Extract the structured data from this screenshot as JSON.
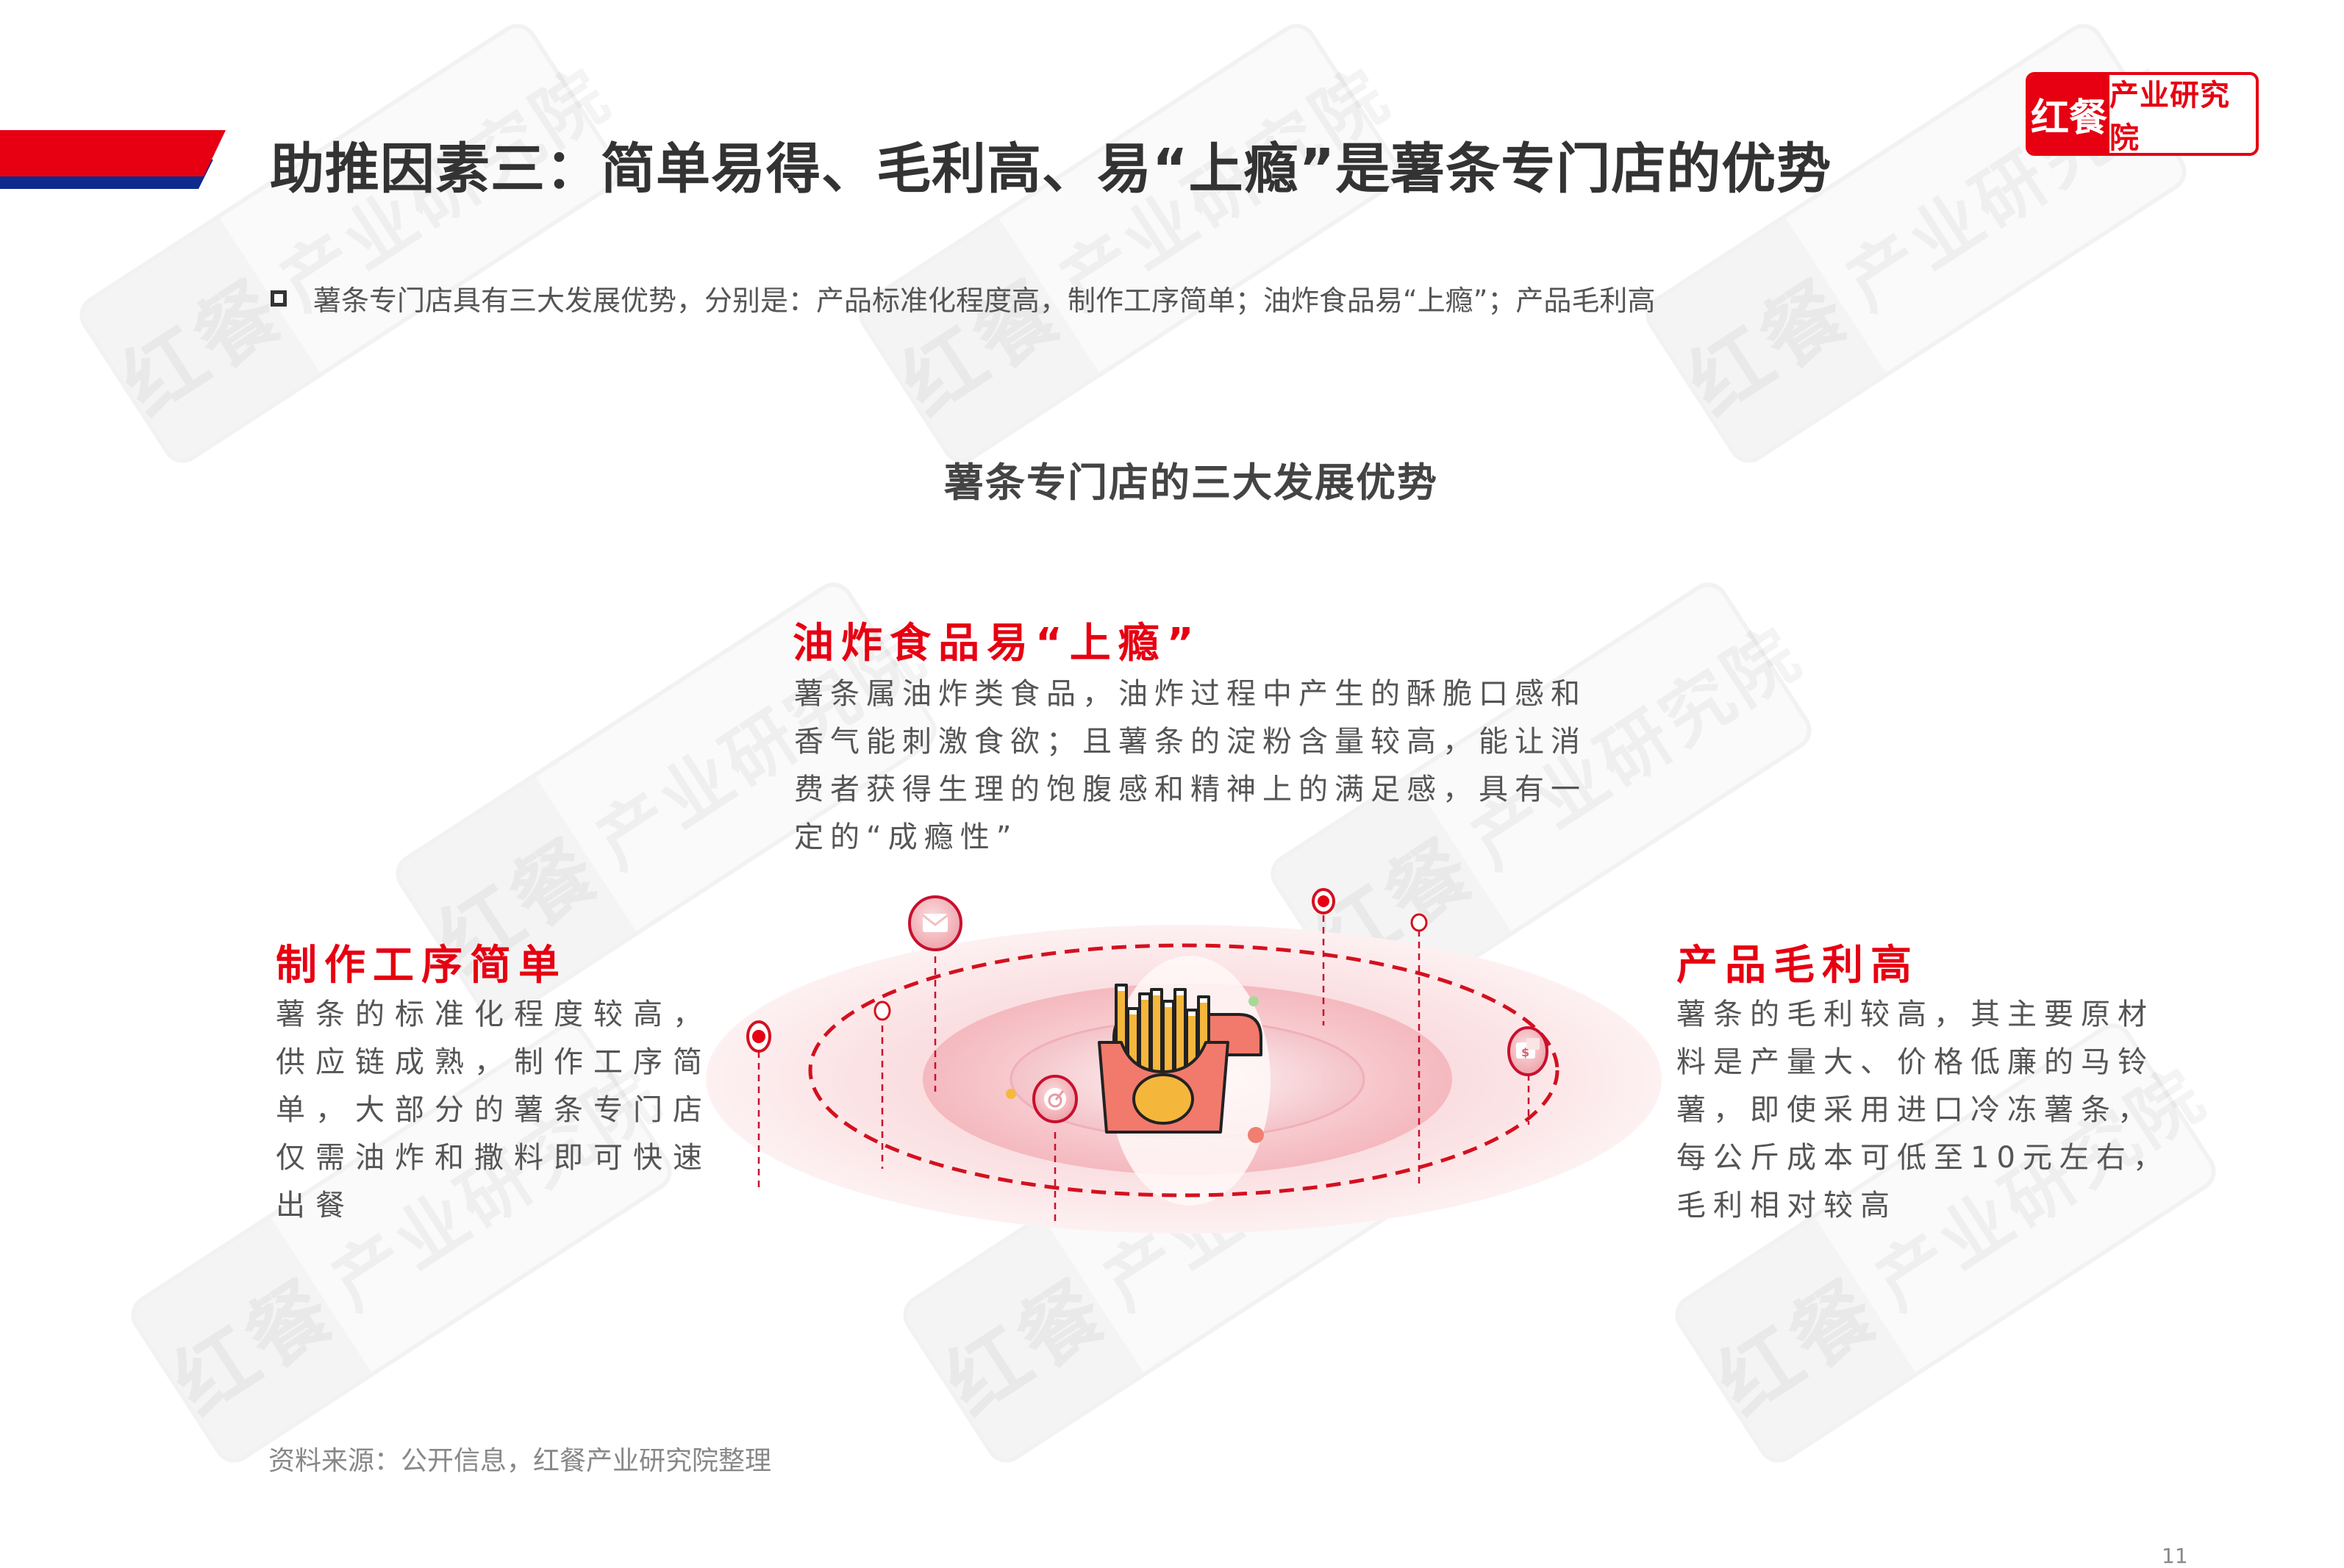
{
  "header": {
    "title": "助推因素三：简单易得、毛利高、易“上瘾”是薯条专门店的优势",
    "bar_colors": {
      "red": "#e60012",
      "blue": "#0e2a8c"
    }
  },
  "logo": {
    "left": "红餐",
    "right": "产业研究院",
    "color": "#e60012"
  },
  "subtitle": {
    "bullet_icon": "hollow-square-bullet",
    "text": "薯条专门店具有三大发展优势，分别是：产品标准化程度高，制作工序简单；油炸食品易“上瘾”；产品毛利高"
  },
  "diagram": {
    "title": "薯条专门店的三大发展优势",
    "center_icon": "french-fries-icon",
    "blocks": [
      {
        "position": "top",
        "heading": "油炸食品易“上瘾”",
        "lines": [
          "薯条属油炸类食品，油炸过程中产生的酥脆口感和",
          "香气能刺激食欲；且薯条的淀粉含量较高，能让消",
          "费者获得生理的饱腹感和精神上的满足感，具有一",
          "定的“成瘾性”"
        ]
      },
      {
        "position": "left",
        "heading": "制作工序简单",
        "lines": [
          "薯条的标准化程度较高，",
          "供应链成熟，制作工序简",
          "单，大部分的薯条专门店",
          "仅需油炸和撒料即可快速",
          "出餐"
        ]
      },
      {
        "position": "right",
        "heading": "产品毛利高",
        "lines": [
          "薯条的毛利较高，其主要原材",
          "料是产量大、价格低廉的马铃",
          "薯，即使采用进口冷冻薯条，",
          "每公斤成本可低至10元左右，",
          "毛利相对较高"
        ]
      }
    ],
    "orbit_icons": [
      "mail-icon",
      "target-icon",
      "money-chat-icon"
    ],
    "accent_color": "#e60012"
  },
  "watermark": {
    "left": "红餐",
    "right": "产业研究院"
  },
  "footer": {
    "source": "资料来源：公开信息，红餐产业研究院整理",
    "page_number": "11"
  }
}
